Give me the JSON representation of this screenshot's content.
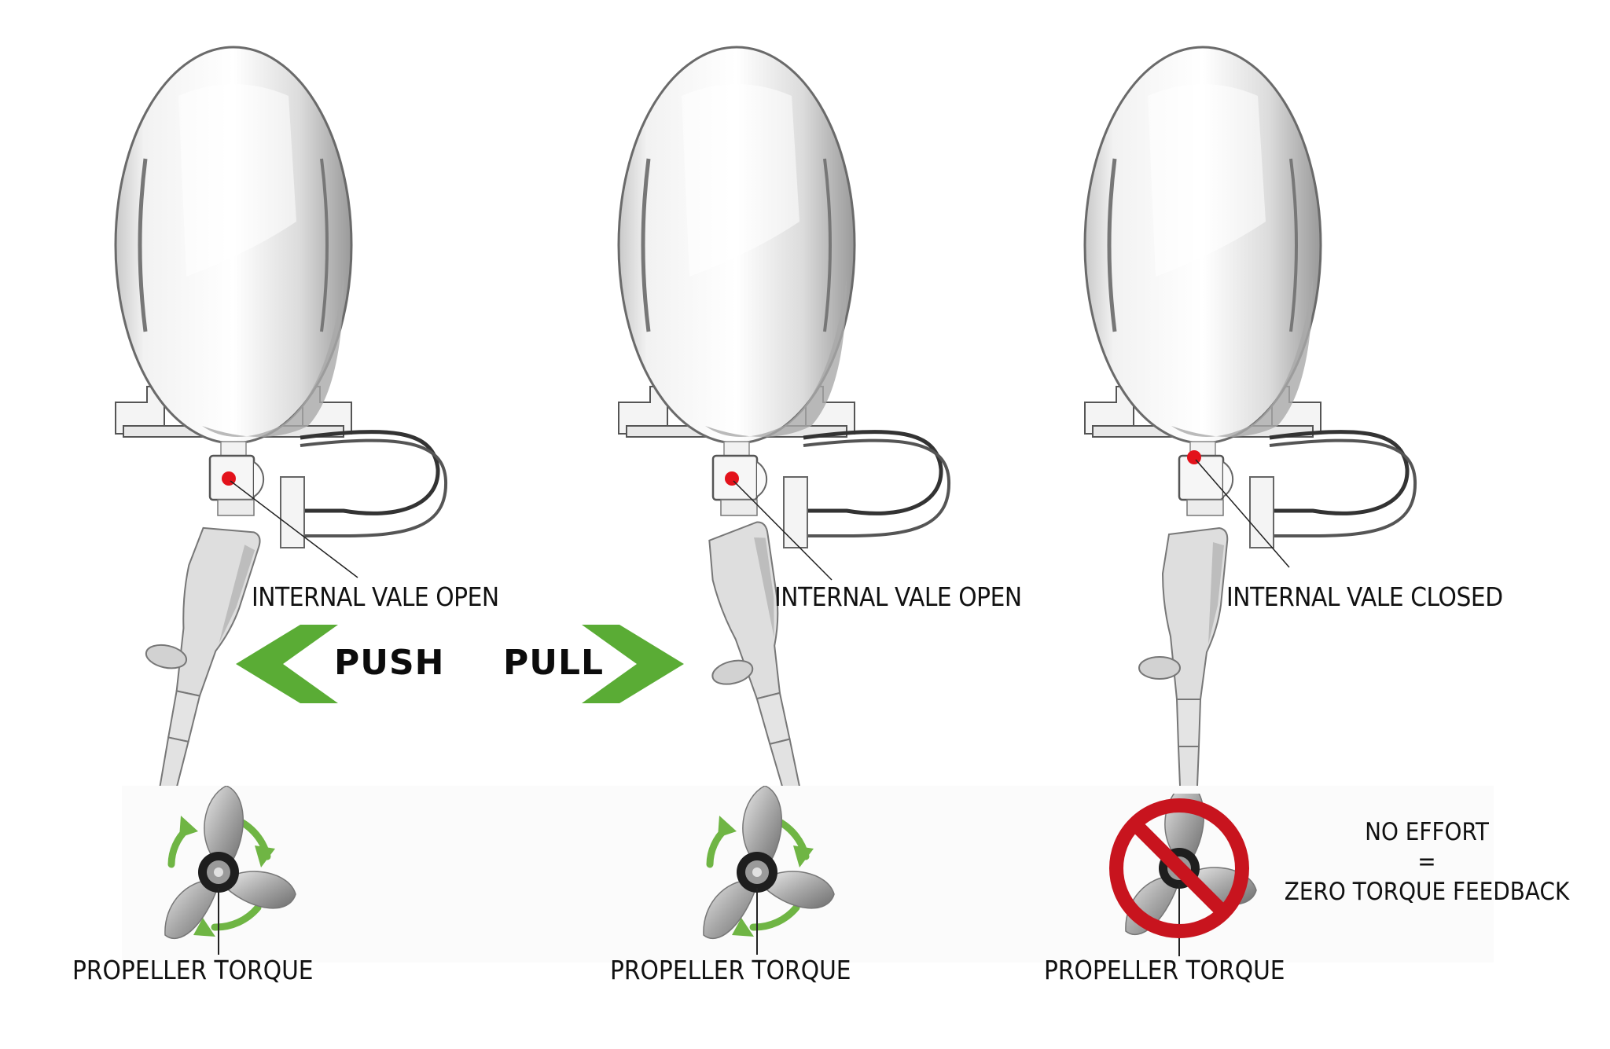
{
  "units": [
    {
      "id": "push-unit",
      "valve_label": "INTERNAL VALE OPEN",
      "valve_state": "open",
      "propeller_label": "PROPELLER TORQUE",
      "torque_feedback": true
    },
    {
      "id": "pull-unit",
      "valve_label": "INTERNAL VALE OPEN",
      "valve_state": "open",
      "propeller_label": "PROPELLER TORQUE",
      "torque_feedback": true
    },
    {
      "id": "neutral-unit",
      "valve_label": "INTERNAL VALE CLOSED",
      "valve_state": "closed",
      "propeller_label": "PROPELLER TORQUE",
      "torque_feedback": false
    }
  ],
  "arrows": {
    "push_label": "PUSH",
    "pull_label": "PULL"
  },
  "note": {
    "line1": "NO EFFORT",
    "line2": "=",
    "line3": "ZERO TORQUE FEEDBACK"
  },
  "icons": {
    "rotation": "green-rotation-arrows-icon",
    "prohibited": "red-prohibition-icon",
    "valve": "red-valve-dot-icon"
  },
  "colors": {
    "arrow_green": "#5aac35",
    "valve_red": "#e3121b",
    "prohibit_red": "#c8141e",
    "cowling_light": "#e4e4e4",
    "cowling_shadow": "#a9a9a9",
    "text": "#111111"
  }
}
